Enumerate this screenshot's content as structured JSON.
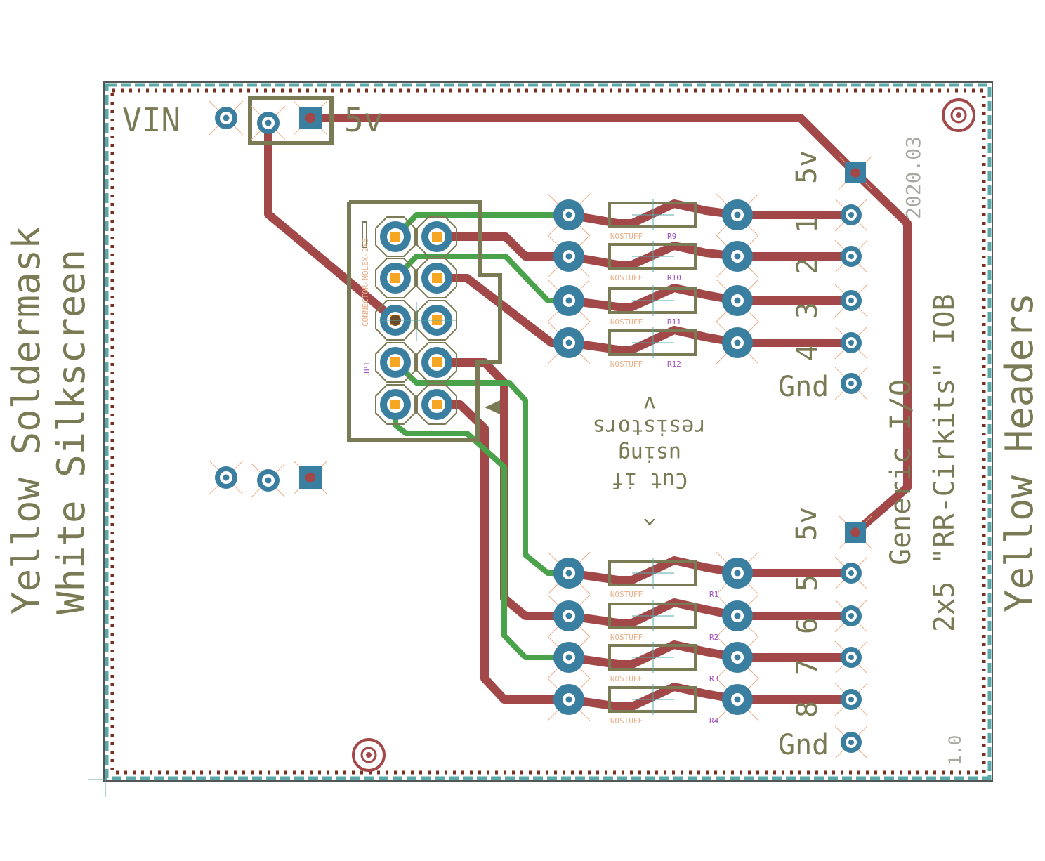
{
  "colors": {
    "board_outline": "#5aa8a8",
    "board_dots": "#7a2f20",
    "copper_top": "#a34848",
    "copper_bottom": "#4aa24a",
    "pad_ring": "#3a7fa0",
    "silkscreen": "#7a7a54",
    "via_ring": "#a34848",
    "smd_pad": "#f5a623",
    "doc_label": "#e8b08a",
    "name_label": "#a050c0"
  },
  "labels": {
    "vin": "VIN",
    "fivev_top": "5v",
    "fivev_right_top": "5v",
    "fivev_right_bottom": "5v",
    "gnd_top": "Gnd",
    "gnd_bottom": "Gnd",
    "date": "2020.03",
    "title_line1": "Generic I/O",
    "title_line2": "2x5 \"RR-Cirkits\" IOB",
    "yellow_headers": "Yellow Headers",
    "yellow_soldermask": "Yellow Soldermask",
    "white_silkscreen": "White Silkscreen",
    "version": "1.0",
    "cut_note_1": "Cut if",
    "cut_note_2": "using",
    "cut_note_3": "resistors",
    "arrow_up": "^",
    "arrow_down": "v",
    "connector_name": "JP1",
    "connector_value": "CONNECTOR-MOLEX-2X5",
    "pin_numbers": [
      "1",
      "2",
      "3",
      "4",
      "5",
      "6",
      "7",
      "8"
    ]
  },
  "resistors": [
    {
      "name": "R9",
      "value": "NOSTUFF"
    },
    {
      "name": "R10",
      "value": "NOSTUFF"
    },
    {
      "name": "R11",
      "value": "NOSTUFF"
    },
    {
      "name": "R12",
      "value": "NOSTUFF"
    },
    {
      "name": "R1",
      "value": "NOSTUFF"
    },
    {
      "name": "R2",
      "value": "NOSTUFF"
    },
    {
      "name": "R3",
      "value": "NOSTUFF"
    },
    {
      "name": "R4",
      "value": "NOSTUFF"
    }
  ]
}
